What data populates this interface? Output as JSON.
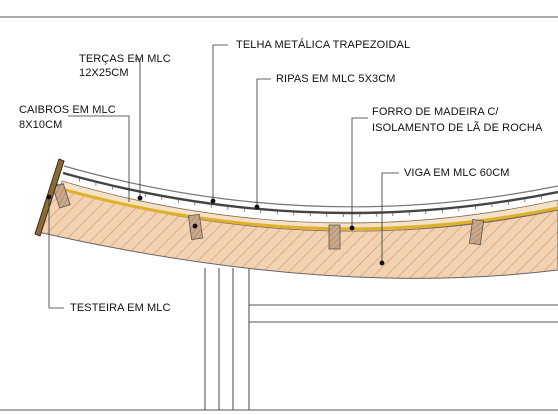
{
  "labels": {
    "tercas_l1": "TERÇAS EM MLC",
    "tercas_l2": "12X25CM",
    "telha": "TELHA METÁLICA TRAPEZOIDAL",
    "ripas": "RIPAS EM MLC 5X3CM",
    "caibros_l1": "CAIBROS EM MLC",
    "caibros_l2": "8X10CM",
    "forro_l1": "FORRO DE MADEIRA C/",
    "forro_l2": "ISOLAMENTO DE LÃ DE ROCHA",
    "viga": "VIGA EM MLC 60CM",
    "testeira": "TESTEIRA EM MLC"
  },
  "colors": {
    "beam_fill": "#f2d2b0",
    "beam_hatch": "#c9926a",
    "batten_yellow": "#e0b128",
    "purlin_fill": "#caa98a",
    "roof_sheet": "#9a9a9a",
    "leader_line": "#333333"
  }
}
